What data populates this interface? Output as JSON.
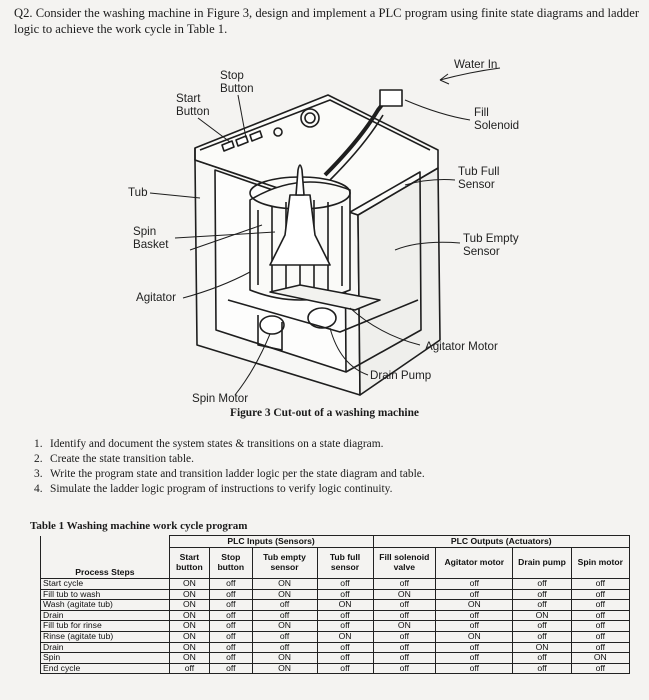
{
  "question": {
    "text": "Q2. Consider the washing machine in Figure 3, design and implement a PLC program using finite state diagrams and ladder logic to achieve the work cycle in Table 1."
  },
  "figure": {
    "caption": "Figure 3 Cut-out of a washing machine",
    "labels": {
      "stop_button": "Stop Button",
      "start_button": "Start Button",
      "water_in": "Water In",
      "fill_solenoid": "Fill Solenoid",
      "tub": "Tub",
      "tub_full_sensor": "Tub Full Sensor",
      "spin_basket": "Spin Basket",
      "tub_empty_sensor": "Tub Empty Sensor",
      "agitator": "Agitator",
      "agitator_motor": "Agitator Motor",
      "drain_pump": "Drain Pump",
      "spin_motor": "Spin Motor"
    }
  },
  "tasks": [
    {
      "num": "1.",
      "text": "Identify and document the system states & transitions on a state diagram."
    },
    {
      "num": "2.",
      "text": "Create the state transition table."
    },
    {
      "num": "3.",
      "text": "Write the program state and transition ladder logic per the state diagram and table."
    },
    {
      "num": "4.",
      "text": "Simulate the ladder logic program of instructions to verify logic continuity."
    }
  ],
  "table": {
    "caption": "Table 1 Washing machine work cycle program",
    "group_inputs": "PLC Inputs (Sensors)",
    "group_outputs": "PLC Outputs (Actuators)",
    "step_header": "Process Steps",
    "columns": [
      "Start button",
      "Stop button",
      "Tub empty sensor",
      "Tub full sensor",
      "Fill solenoid valve",
      "Agitator motor",
      "Drain pump",
      "Spin motor"
    ],
    "rows": [
      {
        "step": "Start cycle",
        "values": [
          "ON",
          "off",
          "ON",
          "off",
          "off",
          "off",
          "off",
          "off"
        ]
      },
      {
        "step": "Fill tub to wash",
        "values": [
          "ON",
          "off",
          "ON",
          "off",
          "ON",
          "off",
          "off",
          "off"
        ]
      },
      {
        "step": "Wash (agitate tub)",
        "values": [
          "ON",
          "off",
          "off",
          "ON",
          "off",
          "ON",
          "off",
          "off"
        ]
      },
      {
        "step": "Drain",
        "values": [
          "ON",
          "off",
          "off",
          "off",
          "off",
          "off",
          "ON",
          "off"
        ]
      },
      {
        "step": "Fill tub for rinse",
        "values": [
          "ON",
          "off",
          "ON",
          "off",
          "ON",
          "off",
          "off",
          "off"
        ]
      },
      {
        "step": "Rinse (agitate tub)",
        "values": [
          "ON",
          "off",
          "off",
          "ON",
          "off",
          "ON",
          "off",
          "off"
        ]
      },
      {
        "step": "Drain",
        "values": [
          "ON",
          "off",
          "off",
          "off",
          "off",
          "off",
          "ON",
          "off"
        ]
      },
      {
        "step": "Spin",
        "values": [
          "ON",
          "off",
          "ON",
          "off",
          "off",
          "off",
          "off",
          "ON"
        ]
      },
      {
        "step": "End cycle",
        "values": [
          "off",
          "off",
          "ON",
          "off",
          "off",
          "off",
          "off",
          "off"
        ]
      }
    ]
  }
}
